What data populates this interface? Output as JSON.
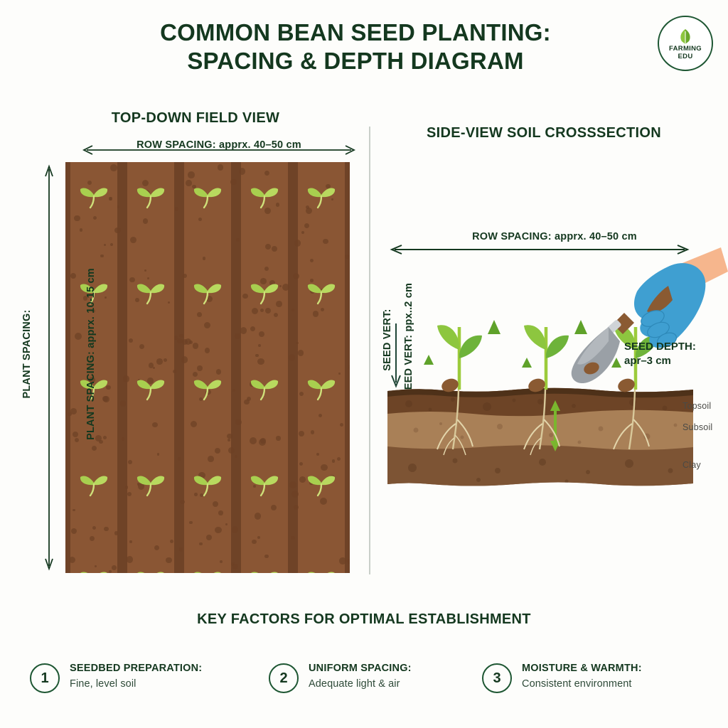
{
  "title": {
    "line1": "COMMON BEAN SEED PLANTING:",
    "line2": "SPACING & DEPTH DIAGRAM"
  },
  "logo": {
    "line1": "FARMING",
    "line2": "EDU",
    "icon": "leaf-icon",
    "color": "#1d5632"
  },
  "left_panel": {
    "heading": "TOP-DOWN FIELD VIEW",
    "row_spacing_label": "ROW SPACING: apprx. 40–50 cm",
    "plant_spacing_outer": "PLANT SPACING:",
    "plant_spacing_inner": "PLANT SPACING: apprx. 10-15 cm",
    "grid": {
      "columns": 5,
      "rows": 5
    },
    "colors": {
      "soil": "#8a5634",
      "furrow": "#6f4327",
      "sprout": "#a8cf4f"
    }
  },
  "right_panel": {
    "heading": "SIDE-VIEW SOIL CROSSSECTION",
    "row_spacing_label": "ROW SPACING: apprx. 40–50 cm",
    "seed_vert_outer": "SEED VERT:",
    "seed_vert_inner": "SEED VERT: ppx..2 cm",
    "seed_depth_title": "SEED DEPTH:",
    "seed_depth_value": "apr–3 cm",
    "soil_layers": [
      {
        "name": "Topsoil",
        "color": "#6d4426"
      },
      {
        "name": "Subsoil",
        "color": "#a98057"
      },
      {
        "name": "Clay",
        "color": "#7d5434"
      }
    ],
    "glove_color": "#3f9fd1",
    "trowel_color": "#9aa0a6"
  },
  "bottom": {
    "heading": "KEY FACTORS FOR OPTIMAL ESTABLISHMENT",
    "factors": [
      {
        "number": "1",
        "title": "SEEDBED PREPARATION:",
        "subtitle": "Fine, level soil"
      },
      {
        "number": "2",
        "title": "UNIFORM SPACING:",
        "subtitle": "Adequate light & air"
      },
      {
        "number": "3",
        "title": "MOISTURE & WARMTH:",
        "subtitle": "Consistent environment"
      }
    ]
  },
  "theme": {
    "background": "#fdfdfb",
    "dark_green": "#14381f",
    "accent_green": "#1d5632",
    "leaf_green": "#6aa82b"
  }
}
